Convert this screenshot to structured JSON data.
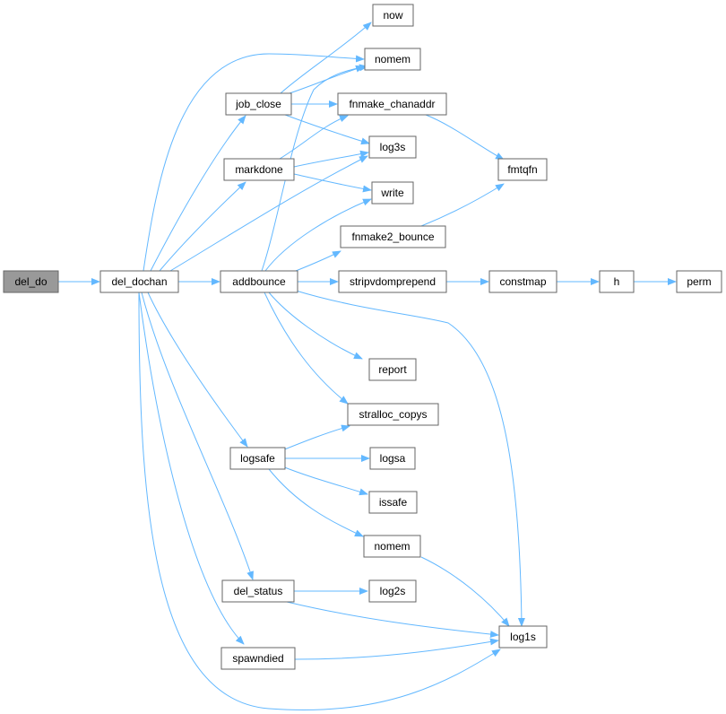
{
  "colors": {
    "edge": "#63b8ff",
    "node_border": "#666666",
    "root_fill": "#999999",
    "node_fill": "#ffffff"
  },
  "nodes": {
    "del_do": "del_do",
    "del_dochan": "del_dochan",
    "addbounce": "addbounce",
    "job_close": "job_close",
    "markdone": "markdone",
    "logsafe": "logsafe",
    "del_status": "del_status",
    "spawndied": "spawndied",
    "now": "now",
    "nomem_top": "nomem",
    "fnmake_chanaddr": "fnmake_chanaddr",
    "log3s": "log3s",
    "write": "write",
    "fmtqfn": "fmtqfn",
    "fnmake2_bounce": "fnmake2_bounce",
    "stripvdomprepend": "stripvdomprepend",
    "constmap": "constmap",
    "h": "h",
    "perm": "perm",
    "report": "report",
    "stralloc_copys": "stralloc_copys",
    "logsa": "logsa",
    "issafe": "issafe",
    "nomem_bottom": "nomem",
    "log2s": "log2s",
    "log1s": "log1s"
  }
}
